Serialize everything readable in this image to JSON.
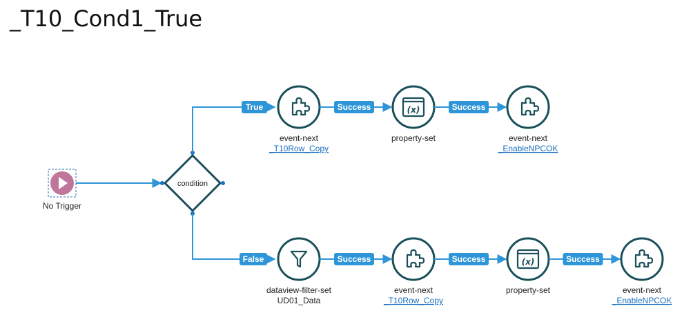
{
  "page": {
    "title": "_T10_Cond1_True"
  },
  "trigger": {
    "label": "No Trigger",
    "icon": "play-icon",
    "color": "#c0769a"
  },
  "condition": {
    "label": "condition"
  },
  "branches": {
    "true": {
      "pill": "True",
      "steps": [
        {
          "type": "event-next",
          "sub": "_T10Row_Copy",
          "link": true,
          "icon": "puzzle-icon",
          "edge": "Success"
        },
        {
          "type": "property-set",
          "sub": "",
          "link": false,
          "icon": "variable-icon",
          "edge": "Success"
        },
        {
          "type": "event-next",
          "sub": "_EnableNPCOK",
          "link": true,
          "icon": "puzzle-icon",
          "edge": ""
        }
      ]
    },
    "false": {
      "pill": "False",
      "steps": [
        {
          "type": "dataview-filter-set",
          "sub": "UD01_Data",
          "link": false,
          "icon": "filter-icon",
          "edge": "Success"
        },
        {
          "type": "event-next",
          "sub": "_T10Row_Copy",
          "link": true,
          "icon": "puzzle-icon",
          "edge": "Success"
        },
        {
          "type": "property-set",
          "sub": "",
          "link": false,
          "icon": "variable-icon",
          "edge": "Success"
        },
        {
          "type": "event-next",
          "sub": "_EnableNPCOK",
          "link": true,
          "icon": "puzzle-icon",
          "edge": ""
        }
      ]
    }
  },
  "colors": {
    "connector": "#2d95d8",
    "node_border": "#1a4f5a",
    "link": "#1a6fbf"
  }
}
